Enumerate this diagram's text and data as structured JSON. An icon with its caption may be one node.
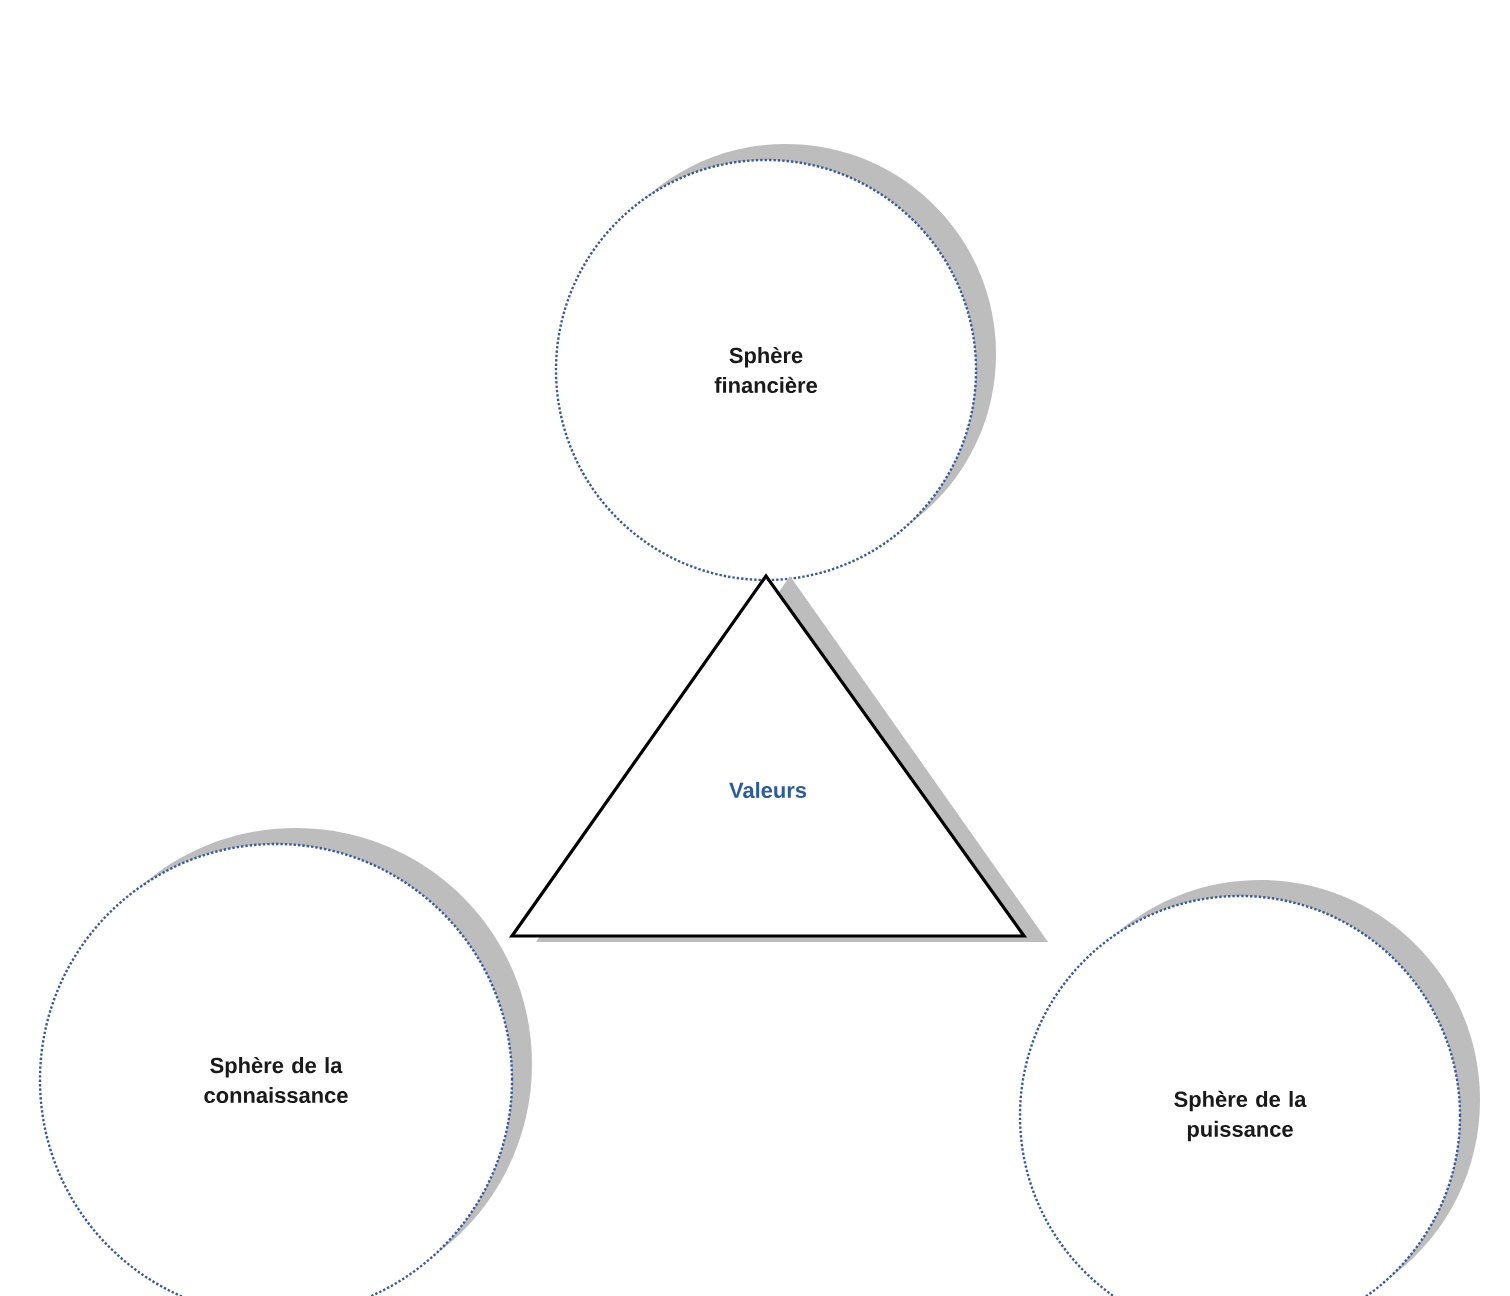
{
  "diagram": {
    "nodes": [
      {
        "text": [
          "Sphère financière"
        ]
      },
      {
        "text": [
          "Valeurs"
        ]
      },
      {
        "text": [
          "Sphère de la connaissance"
        ]
      },
      {
        "text": [
          "Sphère de la puissance"
        ]
      }
    ]
  }
}
